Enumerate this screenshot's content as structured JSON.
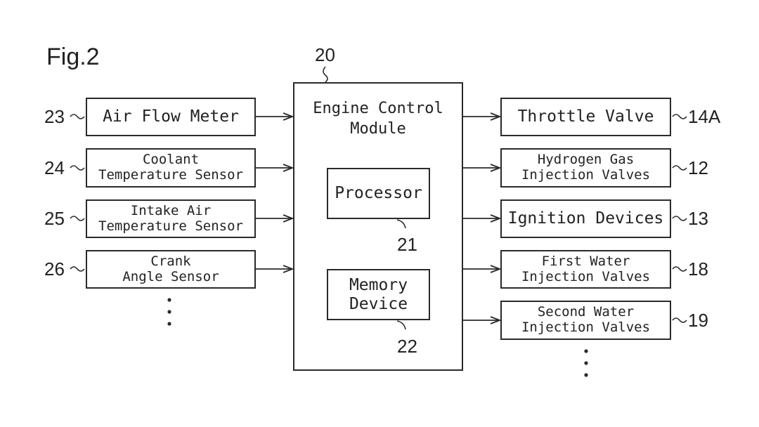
{
  "figure": {
    "title": "Fig.2"
  },
  "ecm": {
    "ref": "20",
    "title_line1": "Engine Control",
    "title_line2": "Module"
  },
  "processor": {
    "label": "Processor",
    "ref": "21"
  },
  "memory": {
    "label_line1": "Memory",
    "label_line2": "Device",
    "ref": "22"
  },
  "inputs": [
    {
      "ref": "23",
      "line1": "Air Flow Meter",
      "line2": ""
    },
    {
      "ref": "24",
      "line1": "Coolant",
      "line2": "Temperature Sensor"
    },
    {
      "ref": "25",
      "line1": "Intake Air",
      "line2": "Temperature Sensor"
    },
    {
      "ref": "26",
      "line1": "Crank",
      "line2": "Angle Sensor"
    }
  ],
  "outputs": [
    {
      "ref": "14A",
      "line1": "Throttle Valve",
      "line2": ""
    },
    {
      "ref": "12",
      "line1": "Hydrogen Gas",
      "line2": "Injection Valves"
    },
    {
      "ref": "13",
      "line1": "Ignition Devices",
      "line2": ""
    },
    {
      "ref": "18",
      "line1": "First Water",
      "line2": "Injection Valves"
    },
    {
      "ref": "19",
      "line1": "Second Water",
      "line2": "Injection Valves"
    }
  ]
}
